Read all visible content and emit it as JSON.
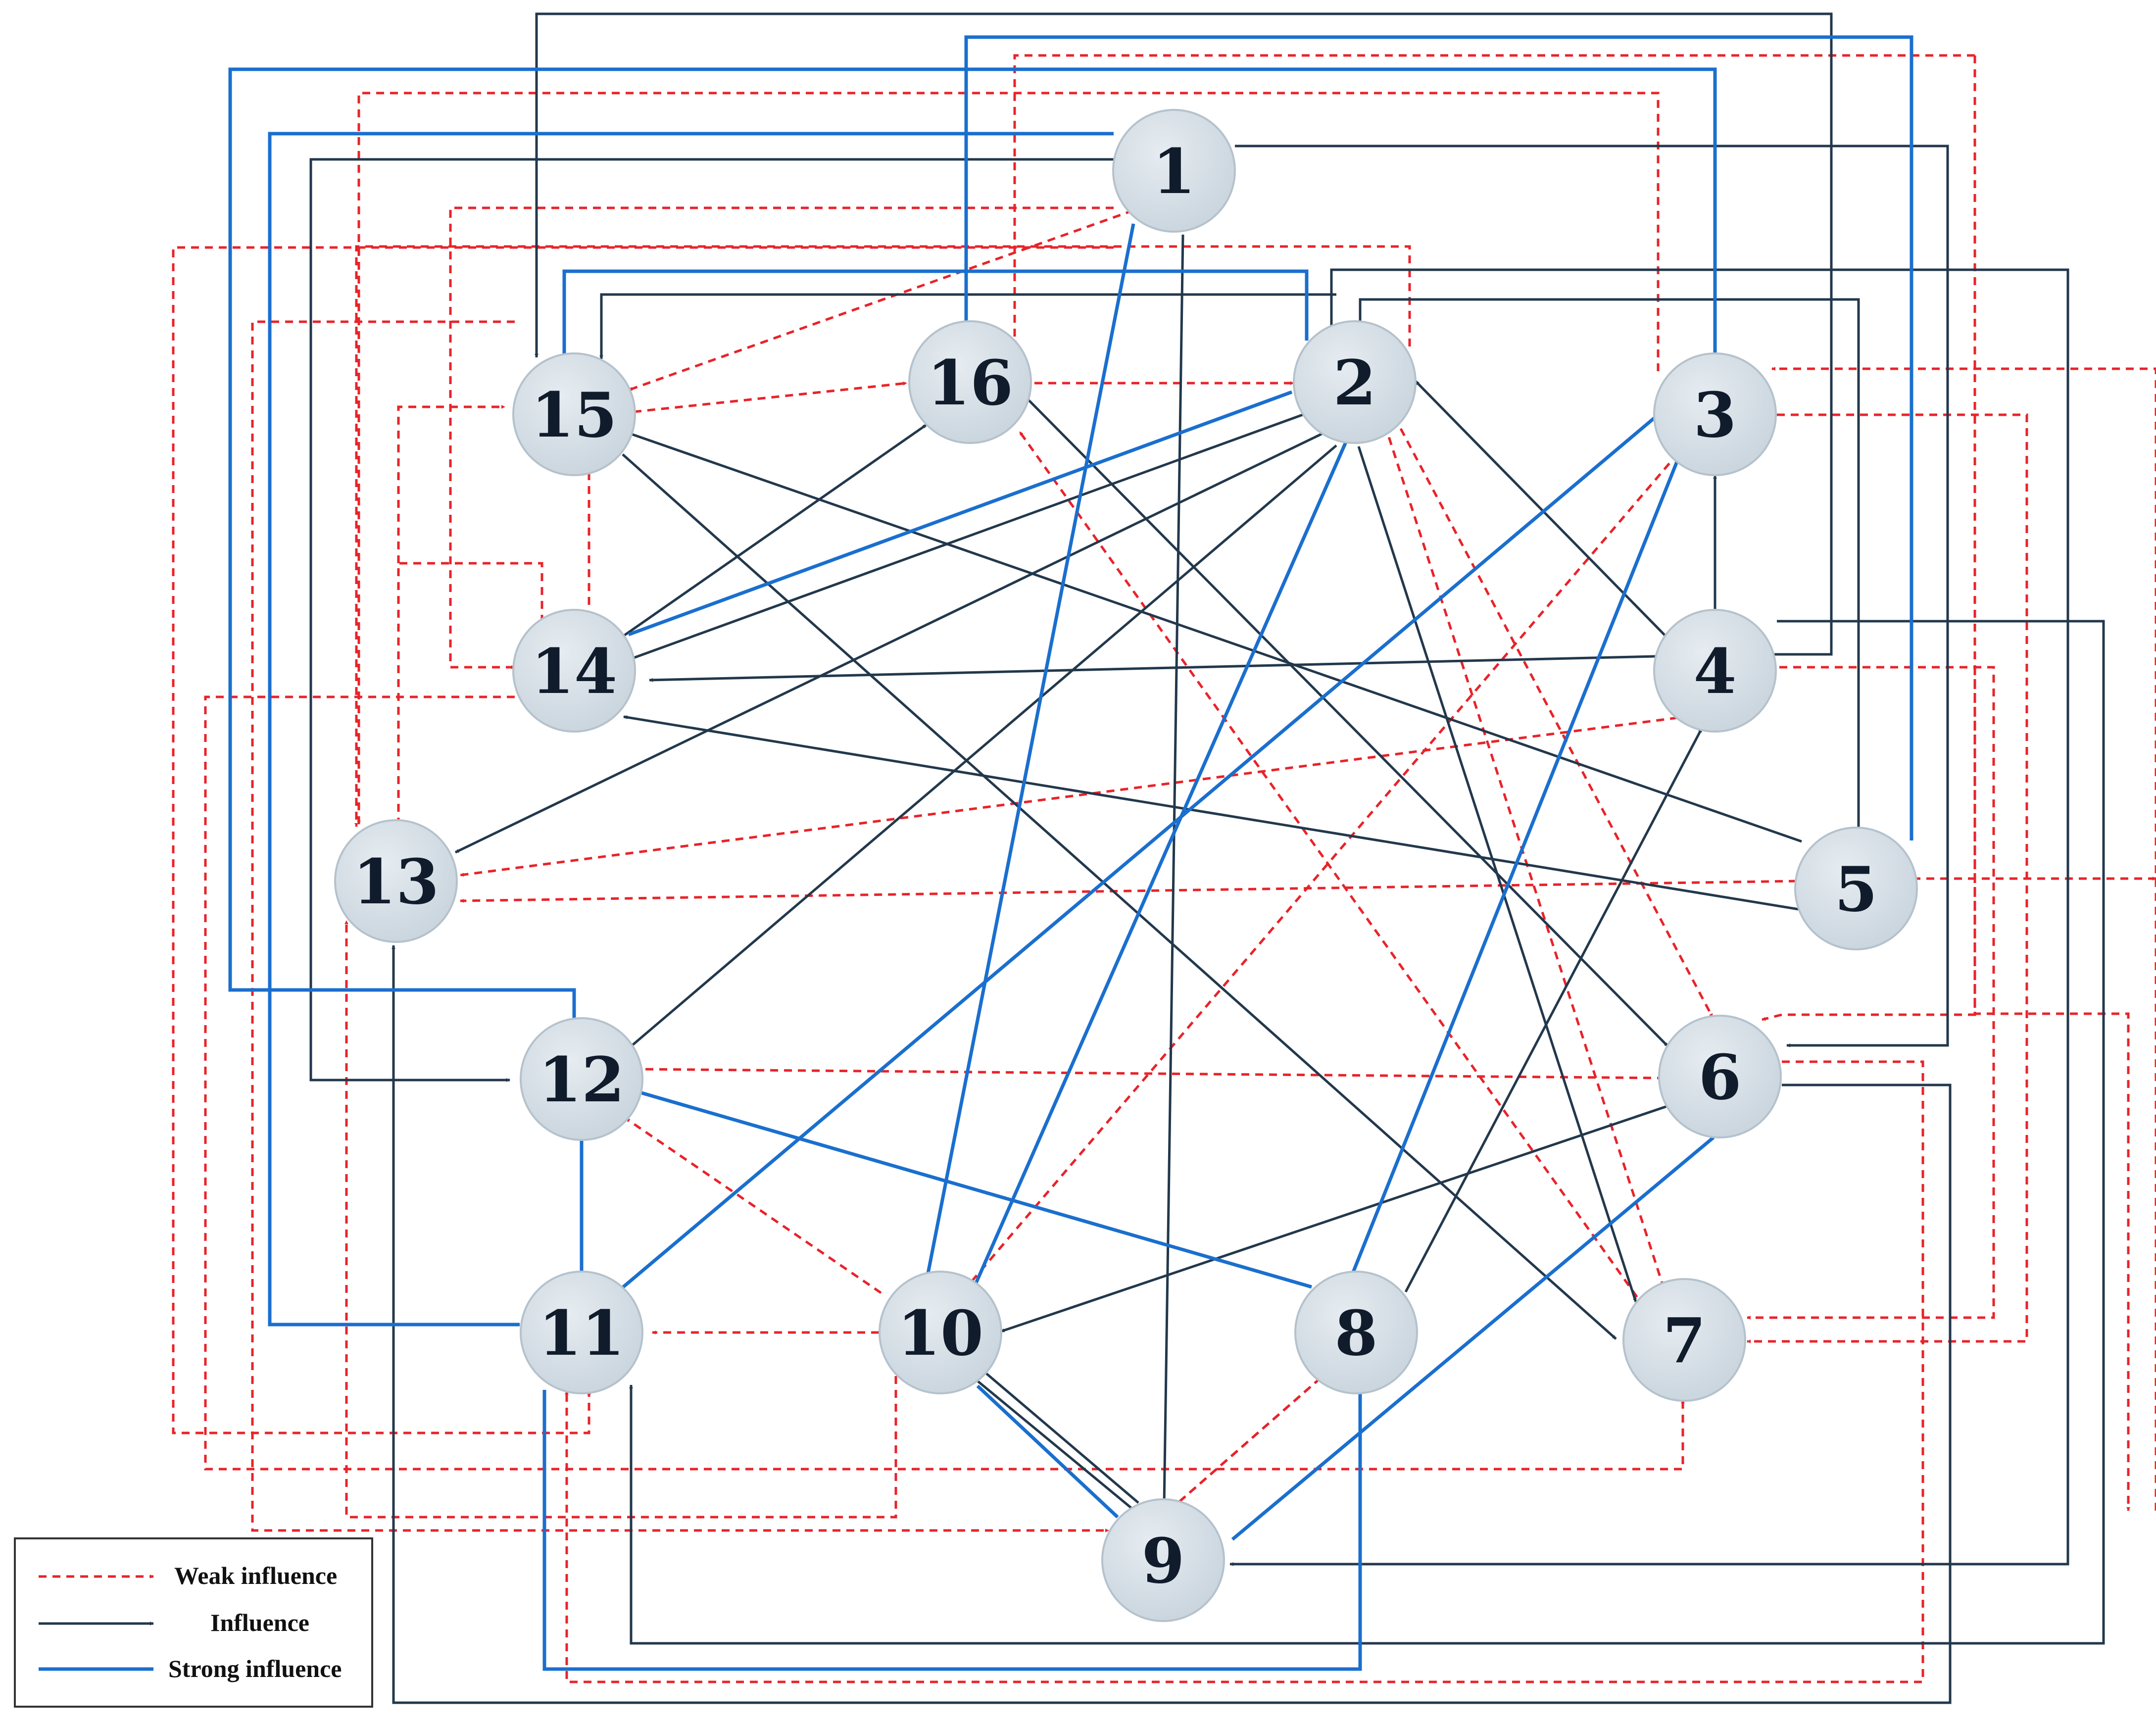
{
  "colors": {
    "weak": "#e8232a",
    "influence": "#22384c",
    "strong": "#1a6fce",
    "node_fill": "#d7e0e7",
    "node_stroke": "#b5c2cc"
  },
  "nodes": [
    "1",
    "2",
    "3",
    "4",
    "5",
    "6",
    "7",
    "8",
    "9",
    "10",
    "11",
    "12",
    "13",
    "14",
    "15",
    "16"
  ],
  "legend": {
    "weak": "Weak influence",
    "influence": "Influence",
    "strong": "Strong influence"
  }
}
